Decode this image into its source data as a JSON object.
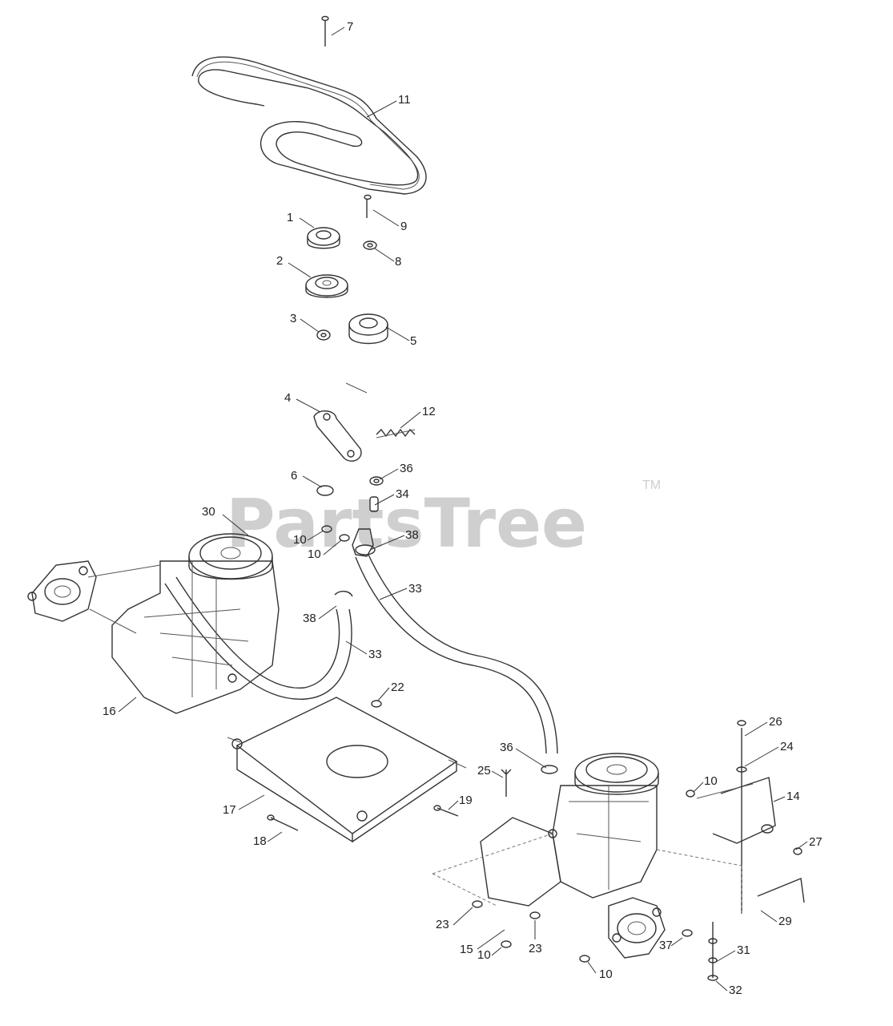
{
  "watermark": {
    "text": "PartsTree",
    "tm": "TM"
  },
  "callouts": [
    "7",
    "11",
    "9",
    "1",
    "8",
    "2",
    "3",
    "5",
    "4",
    "12",
    "6",
    "36",
    "34",
    "30",
    "10",
    "10",
    "38",
    "33",
    "38",
    "33",
    "22",
    "16",
    "36",
    "25",
    "10",
    "26",
    "24",
    "14",
    "19",
    "17",
    "18",
    "27",
    "29",
    "23",
    "15",
    "23",
    "37",
    "10",
    "31",
    "10",
    "32"
  ]
}
